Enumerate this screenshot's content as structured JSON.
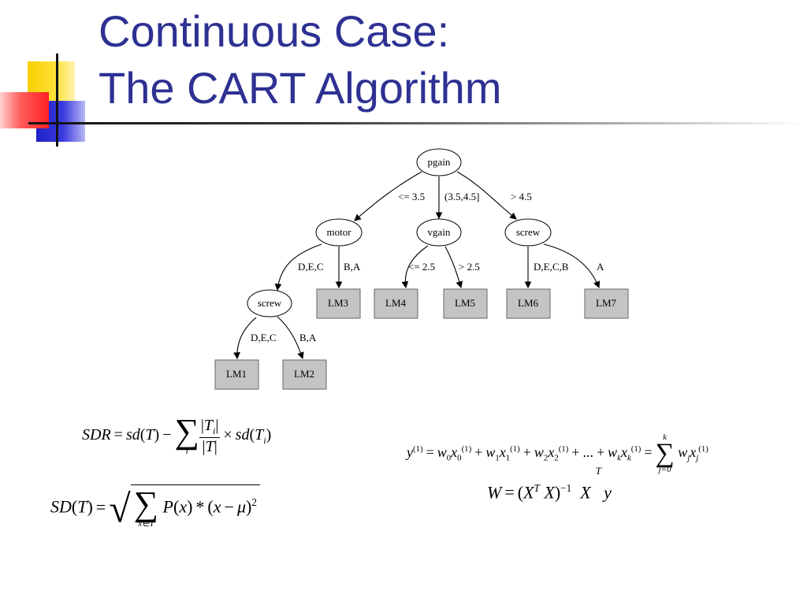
{
  "slide": {
    "title_line1": "Continuous Case:",
    "title_line2": "The CART Algorithm"
  },
  "tree": {
    "nodes": {
      "root": "pgain",
      "motor": "motor",
      "vgain": "vgain",
      "screw_right": "screw",
      "screw_left": "screw",
      "lm1": "LM1",
      "lm2": "LM2",
      "lm3": "LM3",
      "lm4": "LM4",
      "lm5": "LM5",
      "lm6": "LM6",
      "lm7": "LM7"
    },
    "edges": {
      "root_motor": "<= 3.5",
      "root_vgain": "(3.5,4.5]",
      "root_screw": "> 4.5",
      "motor_screw": "D,E,C",
      "motor_lm3": "B,A",
      "vgain_lm4": "<= 2.5",
      "vgain_lm5": "> 2.5",
      "screw_lm6": "D,E,C,B",
      "screw_lm7": "A",
      "screwl_lm1": "D,E,C",
      "screwl_lm2": "B,A"
    }
  },
  "formulas": {
    "sdr": {
      "lhs": "SDR",
      "eq": "=",
      "sd": "sd",
      "T": "T",
      "minus": "−",
      "sum": "∑",
      "sum_index": "i",
      "Ti": "T",
      "i": "i",
      "times": "×"
    },
    "sdT": {
      "lhs": "SD",
      "T": "T",
      "eq": "=",
      "sum": "∑",
      "sum_index": "x∈T",
      "P": "P",
      "x": "x",
      "star": "*",
      "minus": "−",
      "mu": "μ",
      "sq": "2"
    },
    "model": {
      "y": "y",
      "sup1": "(1)",
      "eq": "=",
      "w": "w",
      "x": "x",
      "plus": "+",
      "dots": "...",
      "k": "k",
      "j": "j",
      "sum": "∑",
      "sum_upper": "k",
      "sum_lower": "j=0",
      "s0": "0",
      "s1": "1",
      "s2": "2"
    },
    "ls": {
      "W": "W",
      "eq": "=",
      "X": "X",
      "T": "T",
      "inv": "−1",
      "y": "y",
      "open": "(",
      "close": ")"
    }
  }
}
